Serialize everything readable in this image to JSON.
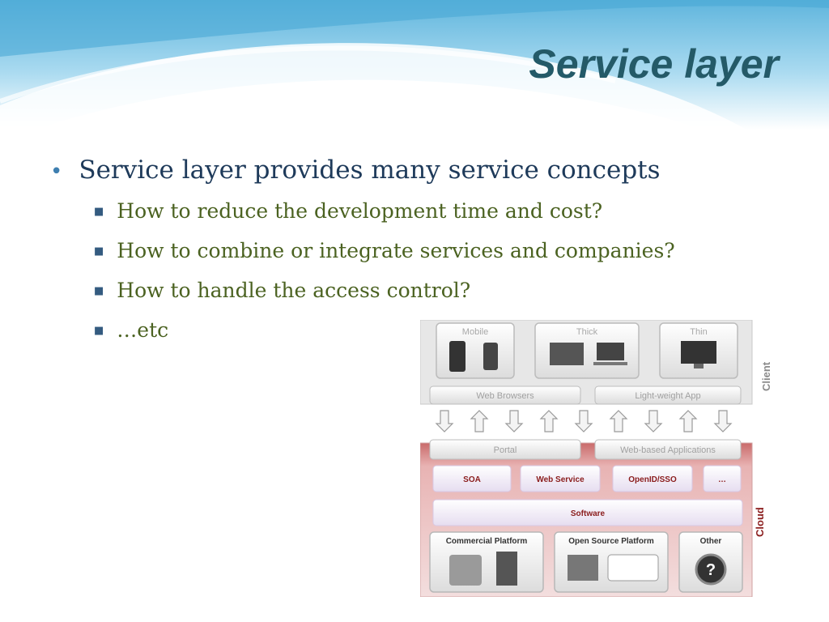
{
  "slide": {
    "title": "Service layer",
    "bullet": "Service layer provides many service concepts",
    "sub_bullets": [
      "How to reduce the development time and cost?",
      "How to combine or integrate services and companies?",
      "How to handle the access control?",
      "…etc"
    ]
  },
  "diagram": {
    "client": {
      "label": "Client",
      "devices": [
        "Mobile",
        "Thick",
        "Thin"
      ],
      "access": [
        "Web Browsers",
        "Light-weight App"
      ]
    },
    "cloud": {
      "label": "Cloud",
      "front": [
        "Portal",
        "Web-based Applications"
      ],
      "services": [
        "SOA",
        "Web Service",
        "OpenID/SSO",
        "…"
      ],
      "software": "Software",
      "platforms": [
        "Commercial Platform",
        "Open Source Platform",
        "Other"
      ]
    },
    "arrows": [
      "down",
      "up",
      "down",
      "up",
      "down",
      "up",
      "down",
      "up",
      "down"
    ],
    "colors": {
      "cloud_band": "#d98c8c",
      "service_text": "#8a1c1c",
      "client_band": "#e7e7e7"
    }
  }
}
